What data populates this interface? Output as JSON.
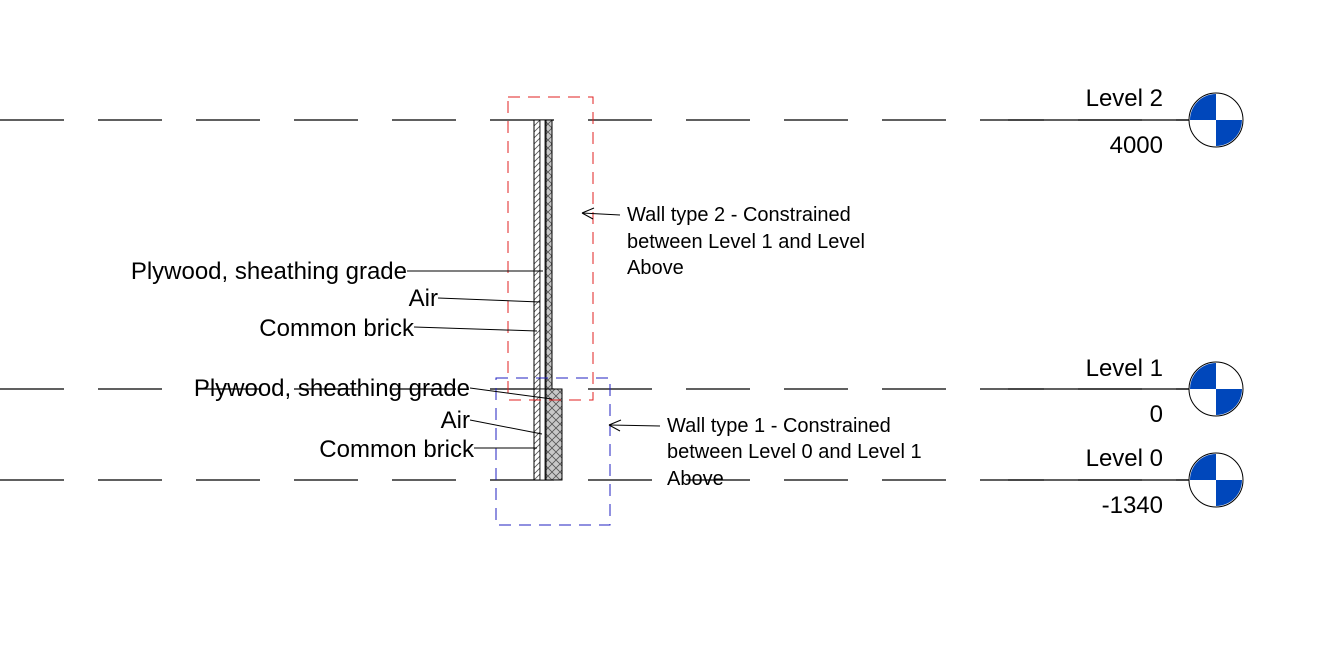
{
  "levels": [
    {
      "name": "Level 2",
      "elevation": "4000"
    },
    {
      "name": "Level 1",
      "elevation": "0"
    },
    {
      "name": "Level 0",
      "elevation": "-1340"
    }
  ],
  "wall_type_2": {
    "note_lines": [
      "Wall type 2 - Constrained",
      "between Level 1 and Level",
      "Above"
    ],
    "layers": [
      "Plywood, sheathing grade",
      "Air",
      "Common brick"
    ]
  },
  "wall_type_1": {
    "note_lines": [
      "Wall type 1 - Constrained",
      "between Level 0 and Level 1",
      "Above"
    ],
    "layers": [
      "Plywood, sheathing grade",
      "Air",
      "Common brick"
    ]
  },
  "colors": {
    "line": "#000000",
    "wall2_boundary": "#e02020",
    "wall1_boundary": "#2020c0",
    "level_head": "#0047bb",
    "wall_fill": "#c8c8c8"
  }
}
